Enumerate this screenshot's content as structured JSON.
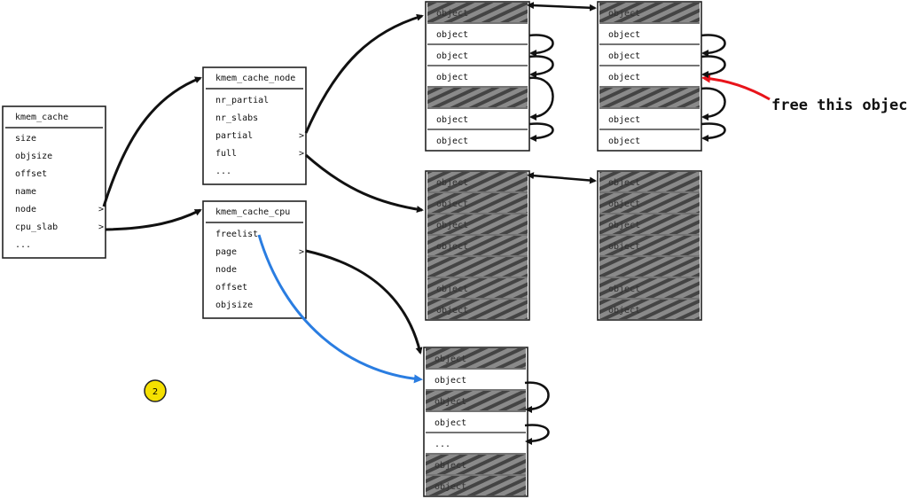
{
  "structs": [
    {
      "id": "kmem-cache",
      "title": "kmem_cache",
      "fields": [
        {
          "label": "size",
          "pointer": false
        },
        {
          "label": "objsize",
          "pointer": false
        },
        {
          "label": "offset",
          "pointer": false
        },
        {
          "label": "name",
          "pointer": false
        },
        {
          "label": "node",
          "pointer": true
        },
        {
          "label": "cpu_slab",
          "pointer": true
        },
        {
          "label": "...",
          "pointer": false
        }
      ]
    },
    {
      "id": "kmem-cache-node",
      "title": "kmem_cache_node",
      "fields": [
        {
          "label": "nr_partial",
          "pointer": false
        },
        {
          "label": "nr_slabs",
          "pointer": false
        },
        {
          "label": "partial",
          "pointer": true
        },
        {
          "label": "full",
          "pointer": true
        },
        {
          "label": "...",
          "pointer": false
        }
      ]
    },
    {
      "id": "kmem-cache-cpu",
      "title": "kmem_cache_cpu",
      "fields": [
        {
          "label": "freelist",
          "pointer": false
        },
        {
          "label": "page",
          "pointer": true
        },
        {
          "label": "node",
          "pointer": false
        },
        {
          "label": "offset",
          "pointer": false
        },
        {
          "label": "objsize",
          "pointer": false
        }
      ]
    }
  ],
  "slabs": [
    {
      "id": "partial-slab-1",
      "rows": [
        {
          "label": "object",
          "used": true
        },
        {
          "label": "object",
          "used": false
        },
        {
          "label": "object",
          "used": false
        },
        {
          "label": "object",
          "used": false
        },
        {
          "label": "",
          "used": true
        },
        {
          "label": "object",
          "used": false
        },
        {
          "label": "object",
          "used": false
        }
      ]
    },
    {
      "id": "partial-slab-2",
      "rows": [
        {
          "label": "object",
          "used": true
        },
        {
          "label": "object",
          "used": false
        },
        {
          "label": "object",
          "used": false
        },
        {
          "label": "object",
          "used": false
        },
        {
          "label": "",
          "used": true
        },
        {
          "label": "object",
          "used": false
        },
        {
          "label": "object",
          "used": false
        }
      ]
    },
    {
      "id": "full-slab-1",
      "rows": [
        {
          "label": "object",
          "used": true
        },
        {
          "label": "object",
          "used": true
        },
        {
          "label": "object",
          "used": true
        },
        {
          "label": "object",
          "used": true
        },
        {
          "label": "",
          "used": true
        },
        {
          "label": "object",
          "used": true
        },
        {
          "label": "object",
          "used": true
        }
      ]
    },
    {
      "id": "full-slab-2",
      "rows": [
        {
          "label": "object",
          "used": true
        },
        {
          "label": "object",
          "used": true
        },
        {
          "label": "object",
          "used": true
        },
        {
          "label": "object",
          "used": true
        },
        {
          "label": "",
          "used": true
        },
        {
          "label": "object",
          "used": true
        },
        {
          "label": "object",
          "used": true
        }
      ]
    },
    {
      "id": "cpu-slab",
      "rows": [
        {
          "label": "object",
          "used": true
        },
        {
          "label": "object",
          "used": false
        },
        {
          "label": "object",
          "used": true
        },
        {
          "label": "object",
          "used": false
        },
        {
          "label": "...",
          "used": false
        },
        {
          "label": "object",
          "used": true
        },
        {
          "label": "object",
          "used": true
        }
      ]
    }
  ],
  "annotation": {
    "text": "free this object",
    "color": "#e8141b"
  },
  "badge": {
    "text": "2",
    "color": "#f5e000"
  },
  "colors": {
    "freelist_arrow": "#2a7de1",
    "ink": "#111111",
    "shade": "#555555"
  }
}
